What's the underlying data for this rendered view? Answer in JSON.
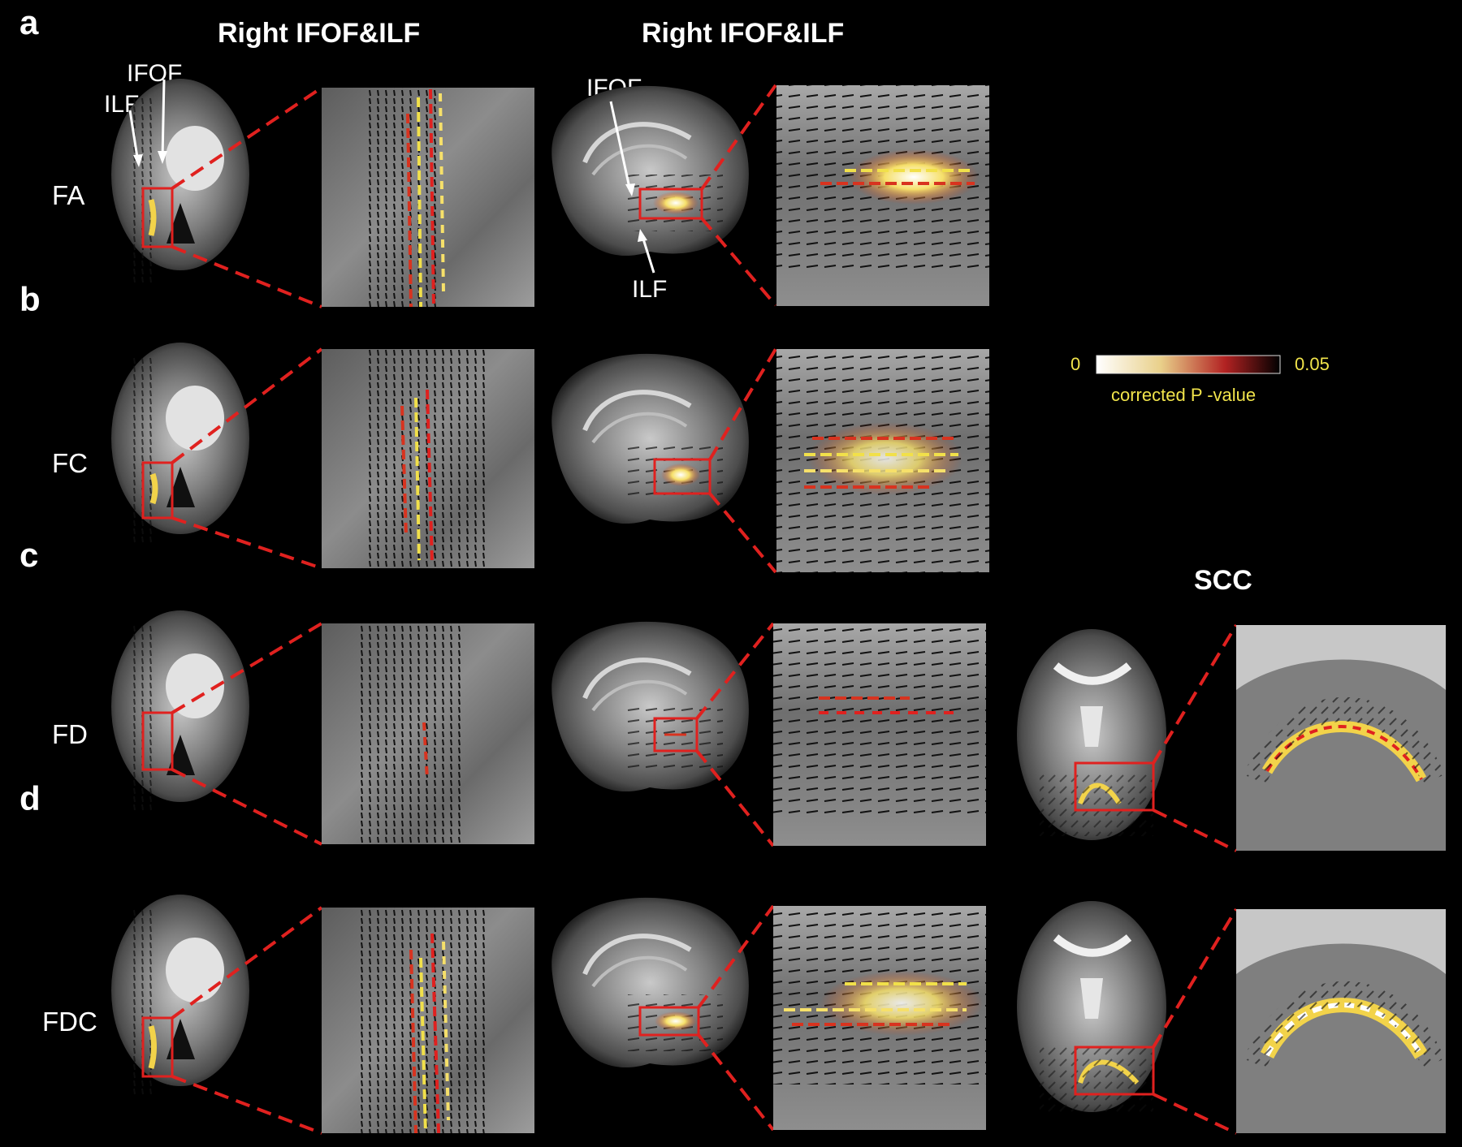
{
  "panels": [
    {
      "letter": "a",
      "measure": "FA"
    },
    {
      "letter": "b",
      "measure": "FC"
    },
    {
      "letter": "c",
      "measure": "FD"
    },
    {
      "letter": "d",
      "measure": "FDC"
    }
  ],
  "column_titles": {
    "axial": "Right IFOF&ILF",
    "sagittal": "Right IFOF&ILF",
    "scc": "SCC"
  },
  "tract_labels": {
    "axial_ifof": "IFOF",
    "axial_ilf": "ILF",
    "sagittal_ifof": "IFOF",
    "sagittal_ilf": "ILF"
  },
  "colorbar": {
    "min": "0",
    "max": "0.05",
    "label": "corrected P -value",
    "colors": {
      "low": "#ffffff",
      "mid": "#e9d08a",
      "high": "#b22222",
      "end": "#000000"
    },
    "label_color": "#f1e44b"
  },
  "accent_colors": {
    "roi_box": "#e0211f",
    "zoom_lines": "#e0211f"
  }
}
